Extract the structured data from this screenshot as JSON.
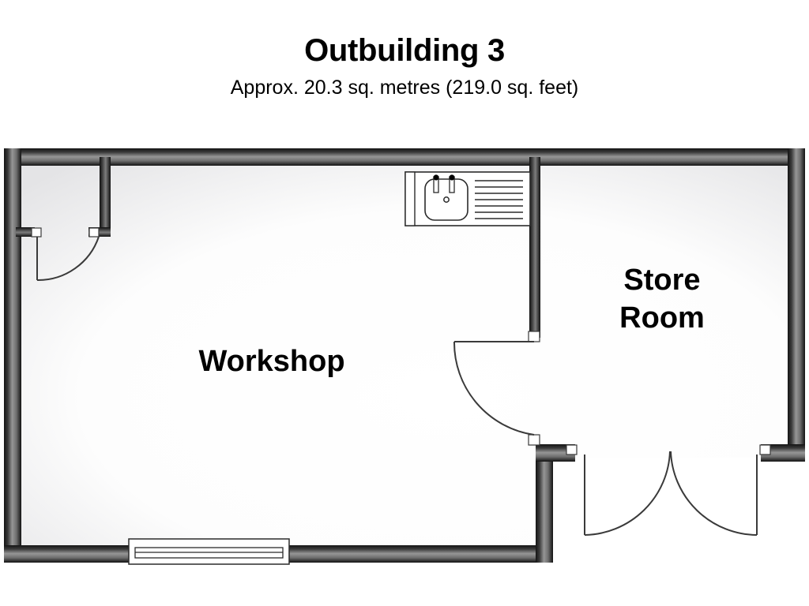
{
  "document": {
    "type": "floor-plan",
    "title": "Outbuilding 3",
    "subtitle": "Approx. 20.3 sq. metres (219.0 sq. feet)",
    "area_metric": "20.3 sq. metres",
    "area_imperial": "219.0 sq. feet",
    "background_color": "#ffffff",
    "wall_color_dark": "#1a1a1a",
    "wall_color_light": "#8c8c8c",
    "line_color": "#4d4d4d",
    "text_color": "#000000"
  },
  "rooms": [
    {
      "id": "workshop",
      "label": "Workshop",
      "label_lines": [
        "Workshop"
      ]
    },
    {
      "id": "store-room",
      "label": "Store Room",
      "label_lines": [
        "Store",
        "Room"
      ]
    }
  ],
  "fixtures": [
    {
      "id": "sink-unit",
      "name": "sink-with-drainer",
      "taps": 2,
      "drainer_lines": 7
    }
  ],
  "openings": [
    {
      "id": "workshop-entry-door",
      "name": "single-door",
      "swing": "clockwise",
      "leaves": 1
    },
    {
      "id": "store-room-door",
      "name": "single-door",
      "swing": "counter-clockwise",
      "leaves": 1
    },
    {
      "id": "store-room-double-doors",
      "name": "double-door",
      "swing": "outward",
      "leaves": 2
    },
    {
      "id": "workshop-window",
      "name": "window",
      "leaves": 1
    }
  ]
}
